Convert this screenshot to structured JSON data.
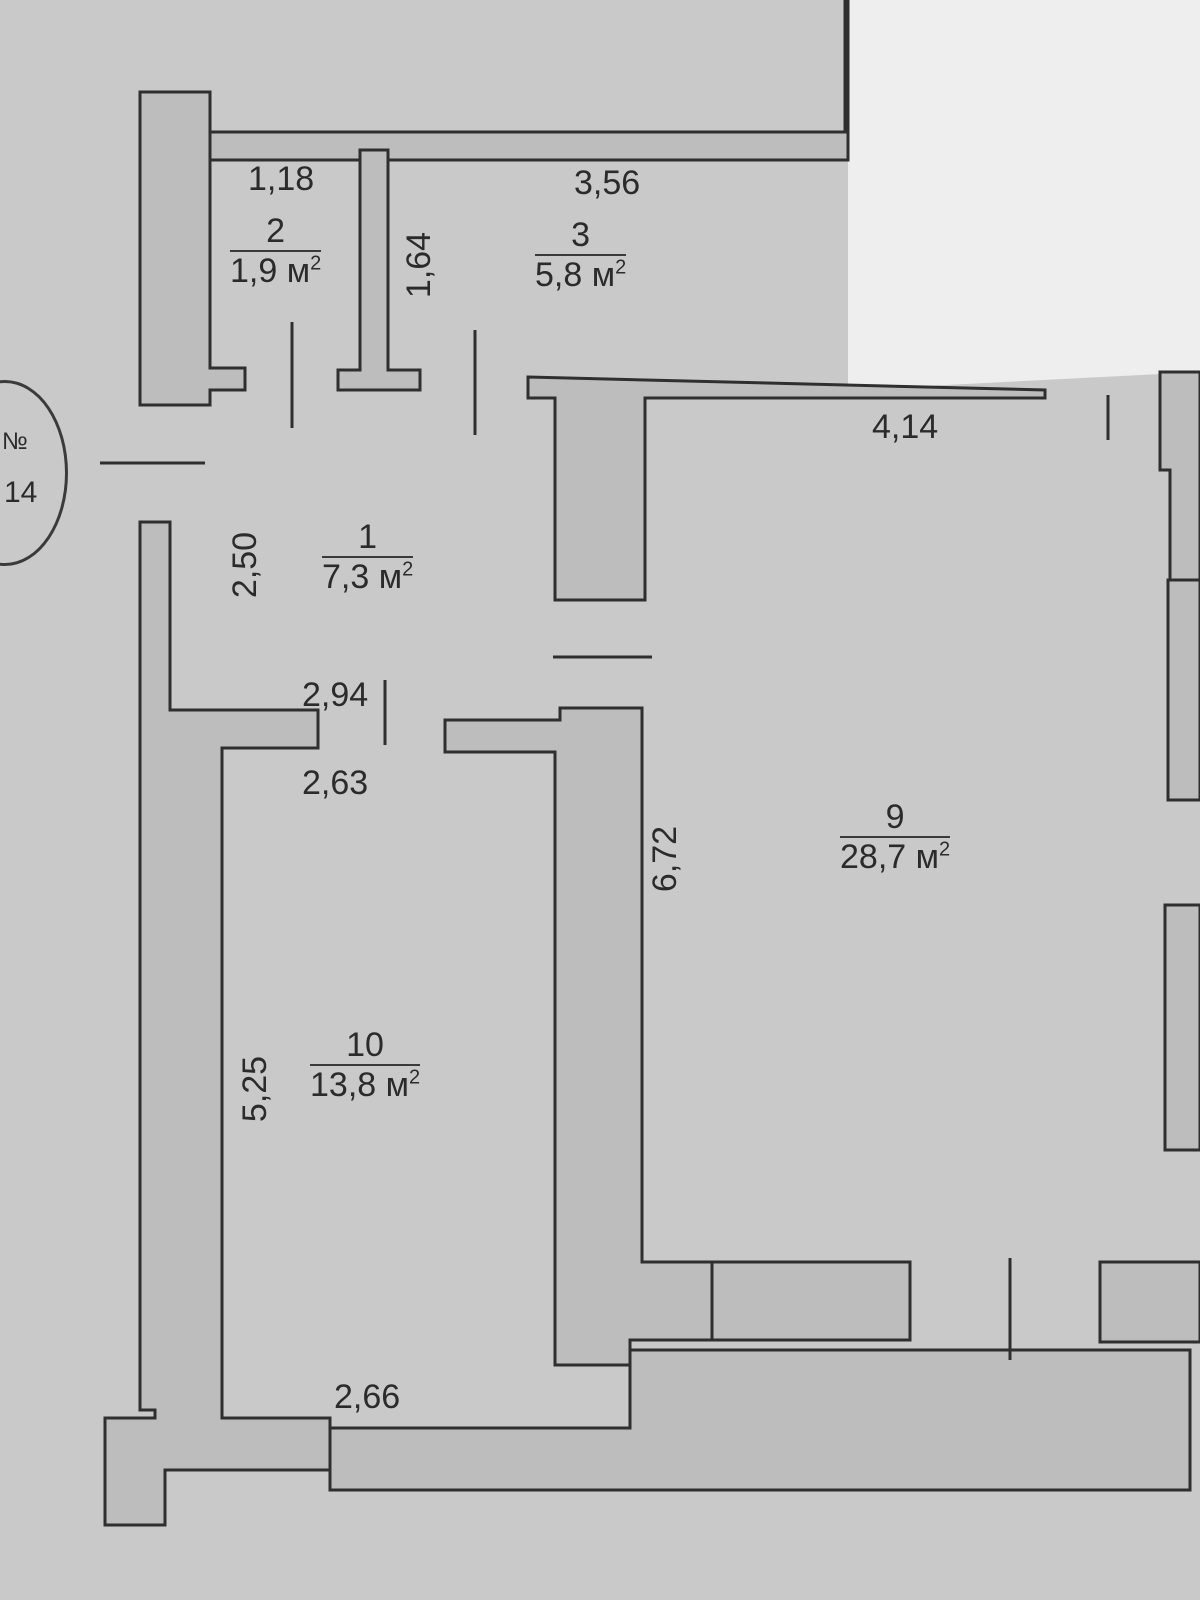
{
  "rooms": [
    {
      "number": "1",
      "area": "7,3 м",
      "area_sup": "2"
    },
    {
      "number": "2",
      "area": "1,9 м",
      "area_sup": "2"
    },
    {
      "number": "3",
      "area": "5,8 м",
      "area_sup": "2"
    },
    {
      "number": "9",
      "area": "28,7 м",
      "area_sup": "2"
    },
    {
      "number": "10",
      "area": "13,8 м",
      "area_sup": "2"
    }
  ],
  "dimensions": {
    "d_118": "1,18",
    "d_356": "3,56",
    "d_164": "1,64",
    "d_414": "4,14",
    "d_250": "2,50",
    "d_294": "2,94",
    "d_263": "2,63",
    "d_672": "6,72",
    "d_525": "5,25",
    "d_266": "2,66"
  },
  "badge": {
    "mark": "№",
    "number": "14"
  },
  "colors": {
    "background": "#c9c9c9",
    "wall_fill": "#bdbdbd",
    "line": "#2f2f2f",
    "outside": "#eeeeee"
  }
}
